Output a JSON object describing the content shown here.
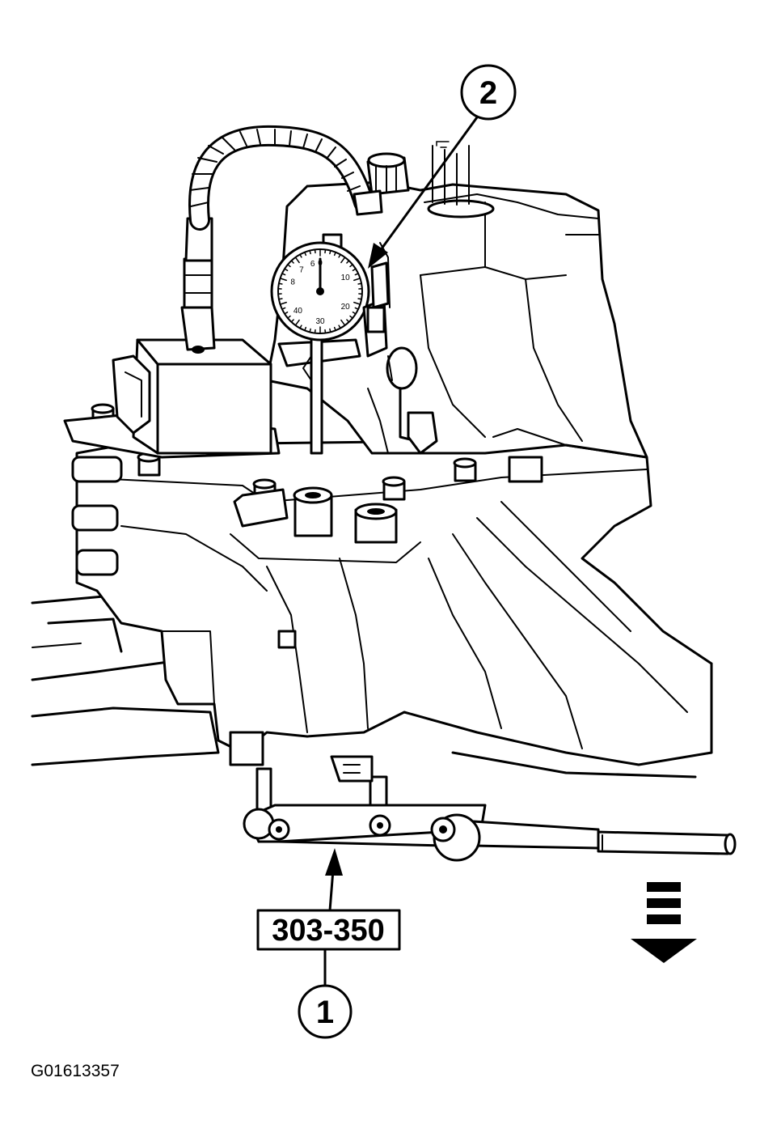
{
  "figure": {
    "callouts": [
      {
        "number": "1"
      },
      {
        "number": "2"
      }
    ],
    "tool_number": "303-350",
    "figure_id": "G01613357",
    "dial_indicator_marks": [
      "0",
      "10",
      "20",
      "30",
      "40",
      "8",
      "7",
      "6"
    ]
  }
}
